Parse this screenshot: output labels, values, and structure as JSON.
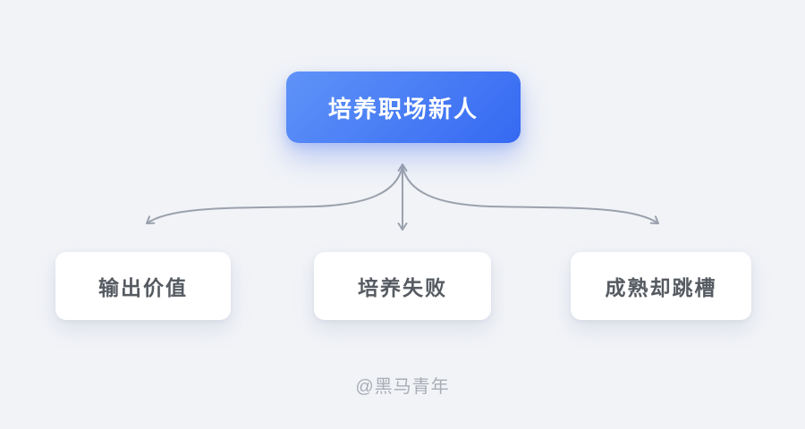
{
  "diagram": {
    "root": {
      "label": "培养职场新人"
    },
    "children": [
      {
        "label": "输出价值"
      },
      {
        "label": "培养失败"
      },
      {
        "label": "成熟却跳槽"
      }
    ],
    "watermark": "@黑马青年",
    "colors": {
      "background": "#f1f3f7",
      "root_gradient_start": "#5f93f8",
      "root_gradient_end": "#3569f2",
      "root_text": "#ffffff",
      "child_bg": "#ffffff",
      "child_text": "#565b62",
      "arrow": "#9ba1ac",
      "watermark": "#a9aeb6"
    }
  }
}
